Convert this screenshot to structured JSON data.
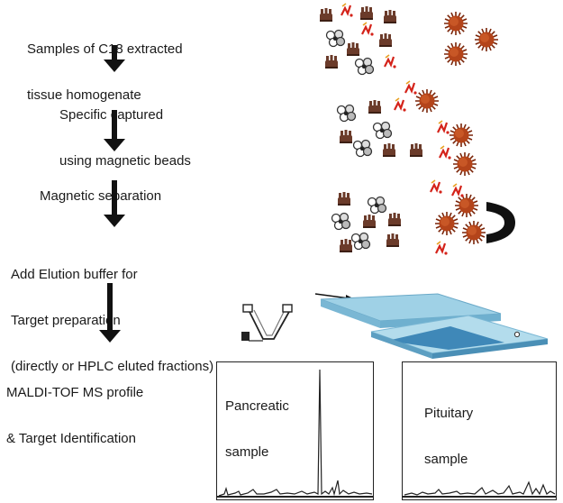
{
  "steps": [
    {
      "line1": "Samples of C18 extracted",
      "line2": "tissue homogenate",
      "line3": ""
    },
    {
      "line1": "Specific captured",
      "line2": "using magnetic beads",
      "line3": ""
    },
    {
      "line1": "Magnetic separation",
      "line2": "",
      "line3": ""
    },
    {
      "line1": "Add Elution buffer for",
      "line2": "Target preparation",
      "line3": "(directly or HPLC eluted fractions)"
    },
    {
      "line1": "MALDI-TOF MS profile",
      "line2": "& Target Identification",
      "line3": ""
    }
  ],
  "spectra": [
    {
      "title_line1": "Pancreatic",
      "title_line2": "sample"
    },
    {
      "title_line1": "Pituitary",
      "title_line2": "sample"
    }
  ],
  "colors": {
    "arrow": "#111111",
    "bead": "#b4441a",
    "bead_dark": "#7a2408",
    "peptide_dark": "#6b3b2a",
    "peptide_red": "#d4231a",
    "magnet": "#111111",
    "plate": "#9fd1e6",
    "plate_dark": "#3f88b8"
  },
  "icons": [
    "bead-icon",
    "complex-icon",
    "peptide-icon",
    "red-peptide-icon",
    "magnet-icon",
    "pipette-icon",
    "maldi-plate-icon"
  ]
}
